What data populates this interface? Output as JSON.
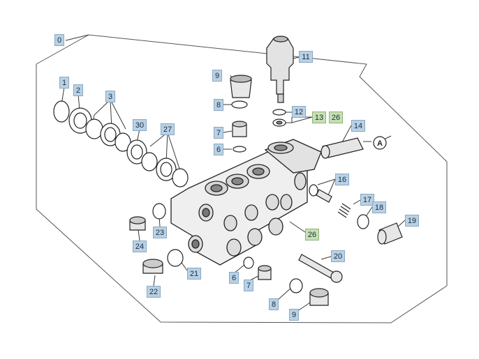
{
  "labels": {
    "l0": "0",
    "l1": "1",
    "l2": "2",
    "l3": "3",
    "l30": "30",
    "l27": "27",
    "l9a": "9",
    "l8a": "8",
    "l7a": "7",
    "l6a": "6",
    "l11": "11",
    "l12": "12",
    "l13": "13",
    "l26a": "26",
    "l14": "14",
    "lA": "A",
    "l16": "16",
    "l17": "17",
    "l18": "18",
    "l19": "19",
    "l23": "23",
    "l24": "24",
    "l26b": "26",
    "l20": "20",
    "l21": "21",
    "l22": "22",
    "l6b": "6",
    "l7b": "7",
    "l8b": "8",
    "l9b": "9"
  },
  "colors": {
    "blue_label": "#b9d1e6",
    "green_label": "#c6e0b4",
    "line": "#3a3a3a"
  }
}
